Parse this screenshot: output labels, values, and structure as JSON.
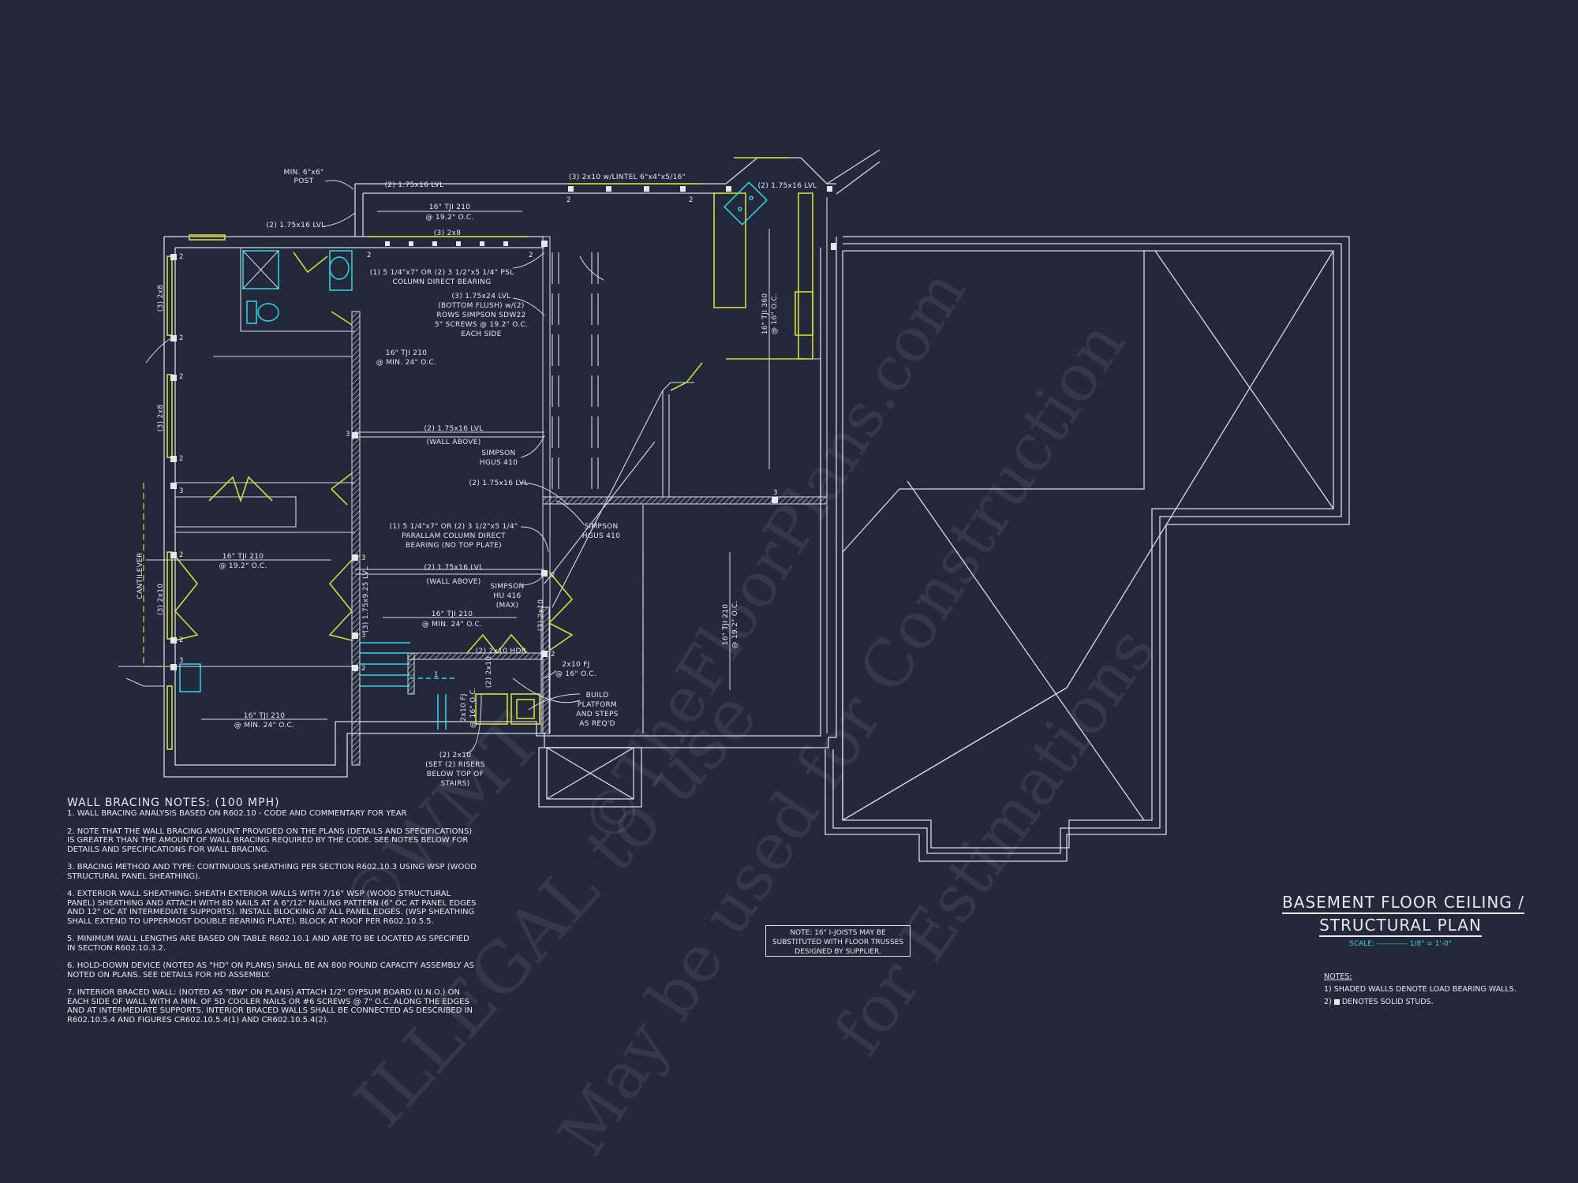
{
  "plan": {
    "title_line1": "BASEMENT FLOOR CEILING /",
    "title_line2": "STRUCTURAL PLAN",
    "scale_label": "SCALE: ------------ 1/8\" = 1'-0\""
  },
  "legend": {
    "heading": "NOTES:",
    "items": [
      "1) SHADED WALLS DENOTE LOAD BEARING WALLS.",
      "2) ■ DENOTES SOLID STUDS."
    ],
    "item2_prefix": "2)",
    "item2_suffix": "DENOTES SOLID STUDS."
  },
  "trusses_note": {
    "line1": "NOTE: 16\" I-JOISTS MAY BE",
    "line2": "SUBSTITUTED WITH FLOOR TRUSSES",
    "line3": "DESIGNED BY SUPPLIER."
  },
  "wall_bracing": {
    "title": "WALL BRACING NOTES: (100 MPH)",
    "notes": [
      "1. WALL BRACING ANALYSIS BASED ON R602.10 - CODE AND COMMENTARY FOR YEAR",
      "2. NOTE THAT THE WALL BRACING AMOUNT PROVIDED ON THE PLANS (DETAILS AND SPECIFICATIONS) IS GREATER THAN THE AMOUNT OF WALL BRACING REQUIRED BY THE CODE. SEE NOTES BELOW FOR DETAILS AND SPECIFICATIONS FOR WALL BRACING.",
      "3. BRACING METHOD AND TYPE: CONTINUOUS SHEATHING PER SECTION R602.10.3 USING WSP (WOOD STRUCTURAL PANEL SHEATHING).",
      "4. EXTERIOR WALL SHEATHING: SHEATH EXTERIOR WALLS WITH 7/16\" WSP (WOOD STRUCTURAL PANEL) SHEATHING AND ATTACH WITH 8d NAILS AT A 6\"/12\" NAILING PATTERN (6\" OC AT PANEL EDGES AND 12\" OC AT INTERMEDIATE SUPPORTS). INSTALL BLOCKING AT ALL PANEL EDGES. (WSP SHEATHING SHALL EXTEND TO UPPERMOST DOUBLE BEARING PLATE). BLOCK AT ROOF PER R602.10.5.5.",
      "5. MINIMUM WALL LENGTHS ARE BASED ON TABLE R602.10.1 AND ARE TO BE LOCATED AS SPECIFIED IN SECTION R602.10.3.2.",
      "6. HOLD-DOWN DEVICE (NOTED AS \"HD\" ON PLANS) SHALL BE AN 800 POUND CAPACITY ASSEMBLY AS NOTED ON PLANS. SEE DETAILS FOR HD ASSEMBLY.",
      "7. INTERIOR BRACED WALL: (NOTED AS \"IBW\" ON PLANS) ATTACH 1/2\" GYPSUM BOARD (U.N.O.) ON EACH SIDE OF WALL WITH A MIN. OF 5d COOLER NAILS OR #6 SCREWS @ 7\" O.C. ALONG THE EDGES AND AT INTERMEDIATE SUPPORTS. INTERIOR BRACED WALLS SHALL BE CONNECTED AS DESCRIBED IN R602.10.5.4 AND FIGURES CR602.10.5.4(1) AND CR602.10.5.4(2)."
    ]
  },
  "annotations": {
    "post": [
      "MIN. 6\"x6\"",
      "POST"
    ],
    "lvl_top_left": "(2) 1.75x16 LVL",
    "lvl_left": "(2) 1.75x16 LVL",
    "tji_top": [
      "16\" TJI 210",
      "@ 19.2\" O.C."
    ],
    "plate_3_2x8": "(3) 2x8",
    "lintel": "(3) 2x10 w/LINTEL 6\"x4\"x5/16\"",
    "lvl_kitchen": "(2) 1.75x16 LVL",
    "psl_column": [
      "(1) 5 1/4\"x7\" OR (2) 3 1/2\"x5 1/4\" PSL",
      "COLUMN DIRECT BEARING"
    ],
    "lvl_24": [
      "(3) 1.75x24 LVL",
      "(BOTTOM FLUSH) w/(2)",
      "ROWS SIMPSON SDW22",
      "5\" SCREWS @ 19.2\" O.C.",
      "EACH SIDE"
    ],
    "tji_mid": [
      "16\" TJI 210",
      "@ MIN. 24\" O.C."
    ],
    "lvl_wall_above_1": [
      "(2) 1.75x16 LVL",
      "(WALL ABOVE)"
    ],
    "simpson_hgus_1": [
      "SIMPSON",
      "HGUS 410"
    ],
    "lvl_16_mid": "(2) 1.75x16 LVL",
    "simpson_hgus_2": [
      "SIMPSON",
      "HGUS 410"
    ],
    "parallam": [
      "(1) 5 1/4\"x7\" OR (2) 3 1/2\"x5 1/4\"",
      "PARALLAM COLUMN DIRECT",
      "BEARING (NO TOP PLATE)"
    ],
    "tji_left_mid": [
      "16\" TJI 210",
      "@ 19.2\" O.C."
    ],
    "lvl_wall_above_2": [
      "(2) 1.75x16 LVL",
      "(WALL ABOVE)"
    ],
    "simpson_hu": [
      "SIMPSON",
      "HU 416",
      "(MAX)"
    ],
    "tji_low_mid": [
      "16\" TJI 210",
      "@ MIN. 24\" O.C."
    ],
    "tji_bottom": [
      "16\" TJI 210",
      "@ MIN. 24\" O.C."
    ],
    "hdr": "(2) 2x10 HDR",
    "fj_right": [
      "2x10 FJ",
      "@ 16\" O.C."
    ],
    "platform": [
      "BUILD",
      "PLATFORM",
      "AND STEPS",
      "AS REQ'D"
    ],
    "risers": [
      "(2) 2x10",
      "(SET (2) RISERS",
      "BELOW TOP OF",
      "STAIRS)"
    ],
    "fj_vertical": [
      "2x10 FJ",
      "@ 16\" O.C."
    ],
    "small_2x10": "(2) 2x10",
    "cantilever": "CANTILEVER",
    "side_2x10": "(3) 2x10",
    "side_2x8_a": "(3) 2x8",
    "side_2x8_b": "(3) 2x8",
    "lvl_925": "(3) 1.75x9.25 LVL",
    "right_2x10": "(3) 2x10",
    "tji_kitchen": [
      "16\" TJI 360",
      "@ 16\" O.C."
    ],
    "tji_garage": [
      "16\" TJI 210",
      "@ 19.2\" O.C."
    ],
    "stud_marks": [
      "2",
      "2",
      "2",
      "2",
      "2",
      "2",
      "2",
      "2",
      "2",
      "3",
      "3",
      "3",
      "3",
      "3",
      "2",
      "3",
      "2",
      "2",
      "2",
      "1"
    ]
  },
  "watermark": {
    "line1": "©WMT",
    "line2": "ILLEGAL to use",
    "line3": "©TheFloorPlans.com",
    "line4": "May be used for Construction",
    "line5": "for Estimations"
  },
  "colors": {
    "background": "#23283b",
    "linework": "#e6e8ee",
    "walls_accent": "#d6dc3c",
    "fixtures": "#2fd7e6"
  }
}
